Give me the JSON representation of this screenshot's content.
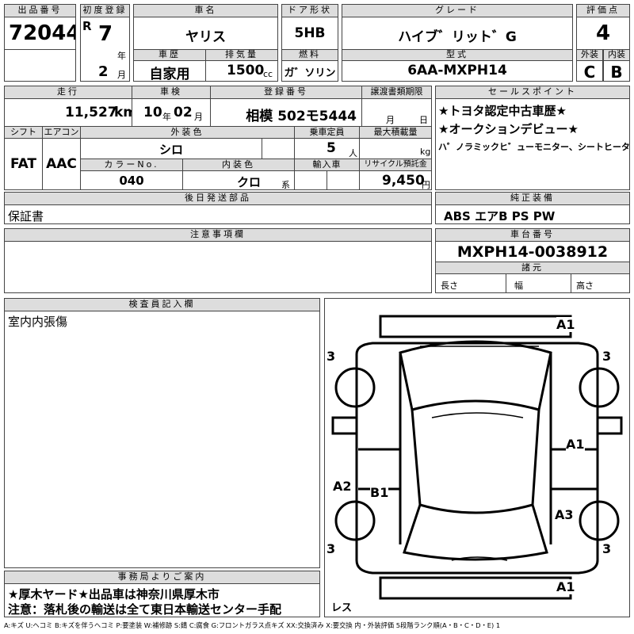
{
  "top": {
    "lot_header": "出品番号",
    "lot_number": "72044",
    "first_reg_header": "初度登録",
    "era": "R",
    "year": "7",
    "year_unit": "年",
    "month": "2",
    "month_unit": "月",
    "name_header": "車名",
    "car_name": "ヤリス",
    "door_header": "ドア形状",
    "door": "5HB",
    "grade_header": "グレード",
    "grade": "ハイブ゛リット゛G",
    "score_header": "評価点",
    "score": "4",
    "history_header": "車歴",
    "history": "自家用",
    "displacement_header": "排気量",
    "displacement": "1500",
    "displacement_unit": "cc",
    "fuel_header": "燃料",
    "fuel": "ガ゛ソリン",
    "model_header": "型式",
    "model": "6AA-MXPH14",
    "exterior_header": "外装",
    "exterior": "C",
    "interior_header": "内装",
    "interior": "B"
  },
  "row2": {
    "mileage_header": "走行",
    "mileage": "11,527",
    "mileage_unit": "km",
    "inspection_header": "車検",
    "insp_year": "10",
    "insp_year_unit": "年",
    "insp_month": "02",
    "insp_month_unit": "月",
    "plate_header": "登録番号",
    "plate": "相模 502モ5444",
    "transfer_header": "譲渡書類期限",
    "transfer_month": "月",
    "transfer_day": "日",
    "sales_header": "セールスポイント",
    "sales_points": [
      "★トヨタ認定中古車歴★",
      "★オークションデビュー★",
      "ハ゜ノラミックヒ゛ューモニター、シートヒーター、BSM"
    ],
    "shift_header": "シフト",
    "shift": "FAT",
    "ac_header": "エアコン",
    "ac": "AAC",
    "color_header": "外装色",
    "color": "シロ",
    "capacity_header": "乗車定員",
    "capacity": "5",
    "capacity_unit": "人",
    "load_header": "最大積載量",
    "load_unit": "kg",
    "color_no_header": "カラーNo.",
    "color_no": "040",
    "int_color_header": "内装色",
    "int_color": "クロ",
    "int_color_unit": "系",
    "import_header": "輸入車",
    "recycle_header": "リサイクル預託金",
    "recycle": "9,450",
    "recycle_unit": "円"
  },
  "parts": {
    "header": "後日発送部品",
    "value": "保証書"
  },
  "equipment": {
    "header": "純正装備",
    "value": "ABS エアB PS PW"
  },
  "notes": {
    "header": "注意事項欄"
  },
  "chassis": {
    "header": "車台番号",
    "value": "MXPH14-0038912"
  },
  "specs": {
    "header": "諸元",
    "length": "長さ",
    "width": "幅",
    "height": "高さ"
  },
  "inspector": {
    "header": "検査員記入欄",
    "note": "室内内張傷"
  },
  "diagram": {
    "labels": [
      "A1",
      "3",
      "3",
      "A1",
      "A2",
      "B1",
      "A3",
      "3",
      "3",
      "A1",
      "レス"
    ]
  },
  "office": {
    "header": "事務局よりご案内",
    "lines": [
      "★厚木ヤード★出品車は神奈川県厚木市",
      "注意：落札後の輸送は全て東日本輸送センター手配"
    ]
  },
  "legend": "A:キズ U:ヘコミ B:キズを伴うヘコミ P:要塗装 W:補修跡 S:錆 C:腐食 G:フロントガラス点キズ XX:交換済み X:要交換 内・外装評価 5段階ランク順(A・B・C・D・E) 1"
}
